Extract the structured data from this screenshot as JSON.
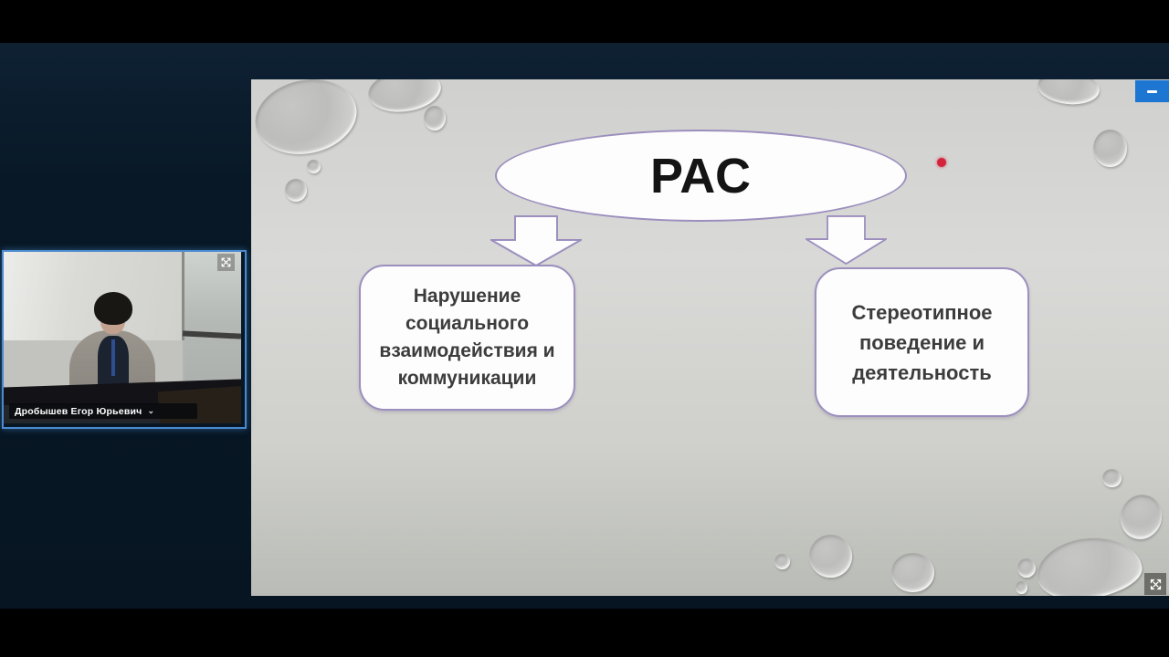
{
  "participant_tile": {
    "name": "Дробышев Егор Юрьевич",
    "chevron": "⌄"
  },
  "slide": {
    "root_node": "РАС",
    "left_node": "Нарушение\nсоциального\nвзаимодействия и\nкоммуникации",
    "right_node": "Стереотипное\nповедение и\nдеятельность"
  },
  "icons": {
    "minimize": "white-dash",
    "tile_fullscreen": "four-arrows",
    "slide_fullscreen": "four-arrows",
    "laser_pointer": "red-dot"
  },
  "colors": {
    "background_navy": "#081826",
    "accent_blue": "#1d76d2",
    "node_border_purple": "#9c8fbe",
    "laser_red": "#d4243c",
    "tile_border_blue": "#4a8ace"
  }
}
